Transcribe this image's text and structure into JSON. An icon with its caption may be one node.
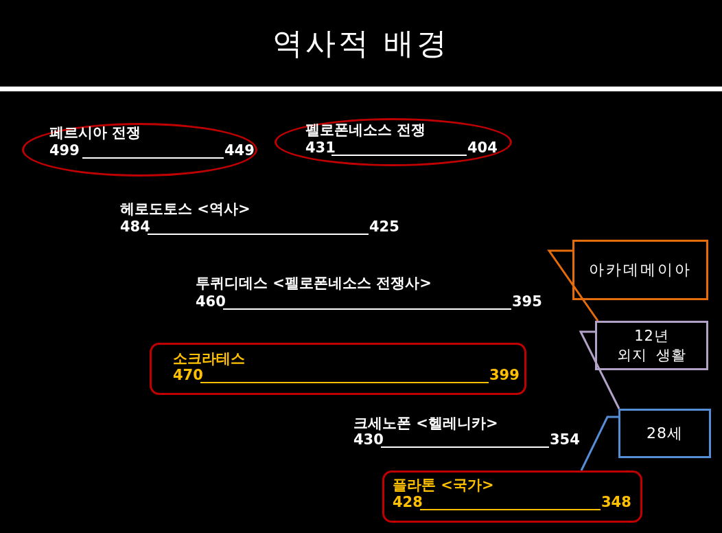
{
  "diagram": {
    "title": "역사적 배경",
    "nodes": [
      {
        "text": [
          "페르시아 전쟁",
          "499",
          "449"
        ]
      },
      {
        "text": [
          "펠로폰네소스 전쟁",
          "431",
          "404"
        ]
      },
      {
        "text": [
          "소크라테스",
          "470",
          "399"
        ]
      },
      {
        "text": [
          "플라톤 <국가>",
          "428",
          "348"
        ]
      },
      {
        "text": [
          "아카데메이아"
        ]
      },
      {
        "text": [
          "12년 외지 생활"
        ]
      },
      {
        "text": [
          "28세"
        ]
      }
    ],
    "edges": [
      {
        "from": 4,
        "to": 5,
        "arrow": "none",
        "color": "#e46c0a"
      },
      {
        "from": 5,
        "to": 6,
        "arrow": "none",
        "color": "#b3a2c7"
      },
      {
        "from": 6,
        "to": 3,
        "arrow": "none",
        "color": "#558ed5"
      }
    ],
    "labels": [
      "헤로도토스 <역사>",
      "484",
      "425",
      "투퀴디데스 <펠로폰네소스 전쟁사>",
      "460",
      "395",
      "크세노폰 <헬레니카>",
      "430",
      "354"
    ]
  }
}
